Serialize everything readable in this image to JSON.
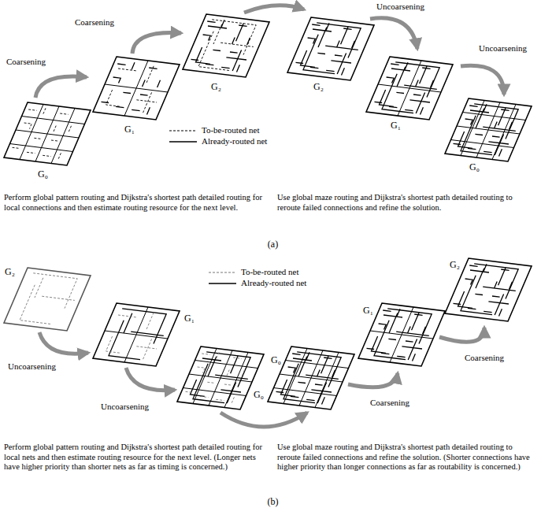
{
  "diagram": {
    "labels": [
      "Coarsening",
      "Coarsening",
      "Uncoarsening",
      "Uncoarsening",
      "G₀",
      "G₁",
      "G₂",
      "G₂",
      "G₁",
      "G₀",
      "Perform global pattern routing and Dijkstra's shortest path detailed routing for local connections and then estimate routing resource for the next level.",
      "Use global maze routing and Dijkstra's shortest path detailed routing to reroute failed connections and refine the solution.",
      "(a)",
      "G₂",
      "G₁",
      "G₀",
      "Uncoarsening",
      "Uncoarsening",
      "G₀",
      "G₁",
      "G₂",
      "Coarsening",
      "Coarsening",
      "Perform global pattern routing and Dijkstra's shortest path detailed routing for local nets and then estimate routing resource for the next level. (Longer nets have higher priority than shorter nets as far as timing is concerned.)",
      "Use global maze routing and Dijkstra's shortest path detailed routing to reroute failed connections and refine the solution. (Shorter connections have higher priority than longer connections as far as routability is concerned.)",
      "(b)"
    ],
    "legend": [
      {
        "text": "To-be-routed net"
      },
      {
        "text": "Already-routed net"
      },
      {
        "text": "To-be-routed net"
      },
      {
        "text": "Already-routed net"
      }
    ]
  }
}
